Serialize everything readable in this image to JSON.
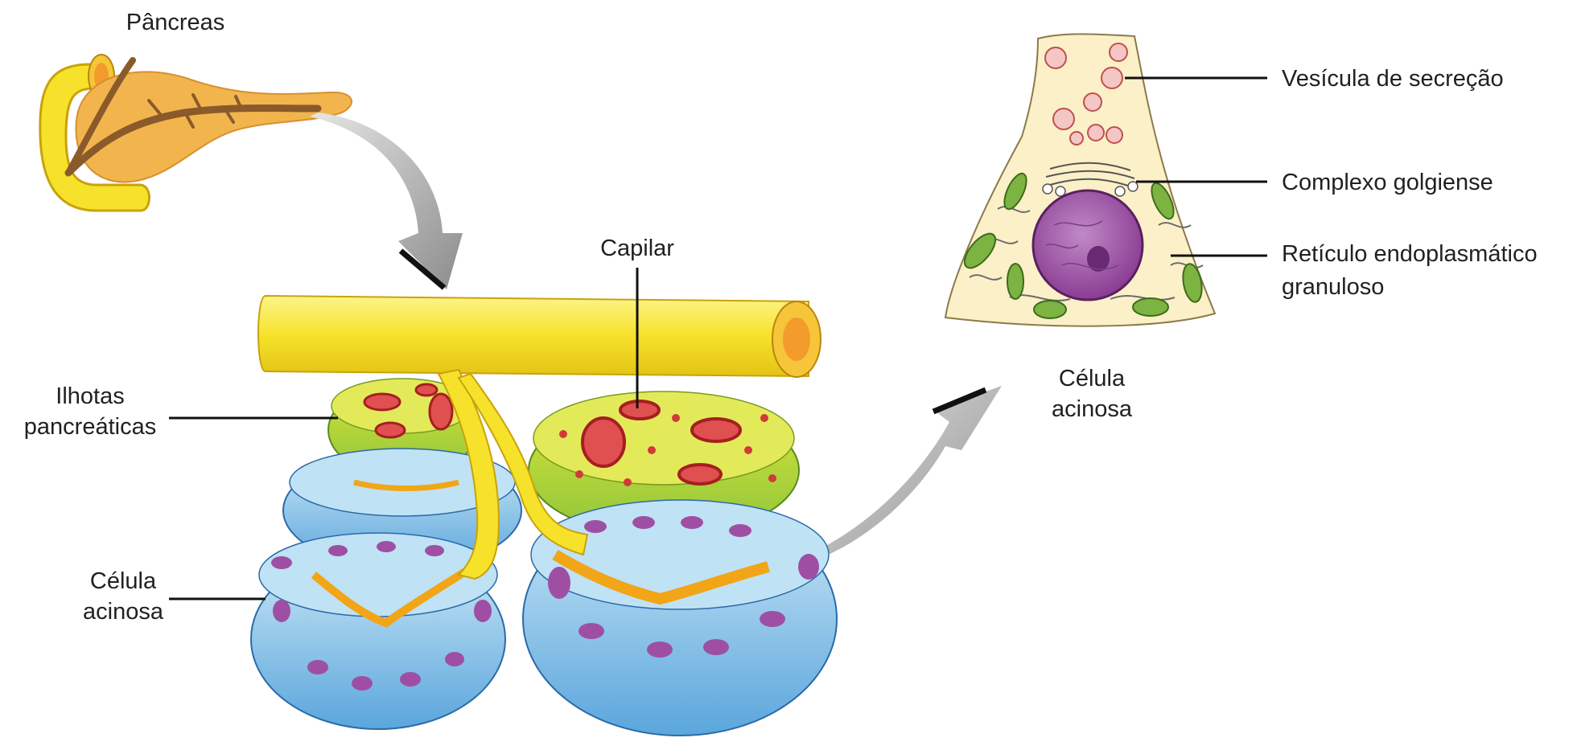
{
  "labels": {
    "pancreas": "Pâncreas",
    "capillary": "Capilar",
    "islets_line1": "Ilhotas",
    "islets_line2": "pancreáticas",
    "acinar_line1": "Célula",
    "acinar_line2": "acinosa",
    "cell_title_line1": "Célula",
    "cell_title_line2": "acinosa",
    "secretory_vesicle": "Vesícula de secreção",
    "golgi": "Complexo golgiense",
    "rer_line1": "Retículo endoplasmático",
    "rer_line2": "granuloso"
  },
  "colors": {
    "duct_yellow": "#f6e22a",
    "pancreas_orange": "#f2b54d",
    "islet_green": "#b9d23c",
    "acinar_blue": "#a9d6ef",
    "nucleus_purple": "#9e4fa4",
    "capillary_red": "#d8282a",
    "cell_cream": "#fbf0c8",
    "mitochondria_green": "#7cb342",
    "arrow_grey": "#9e9e9e"
  }
}
